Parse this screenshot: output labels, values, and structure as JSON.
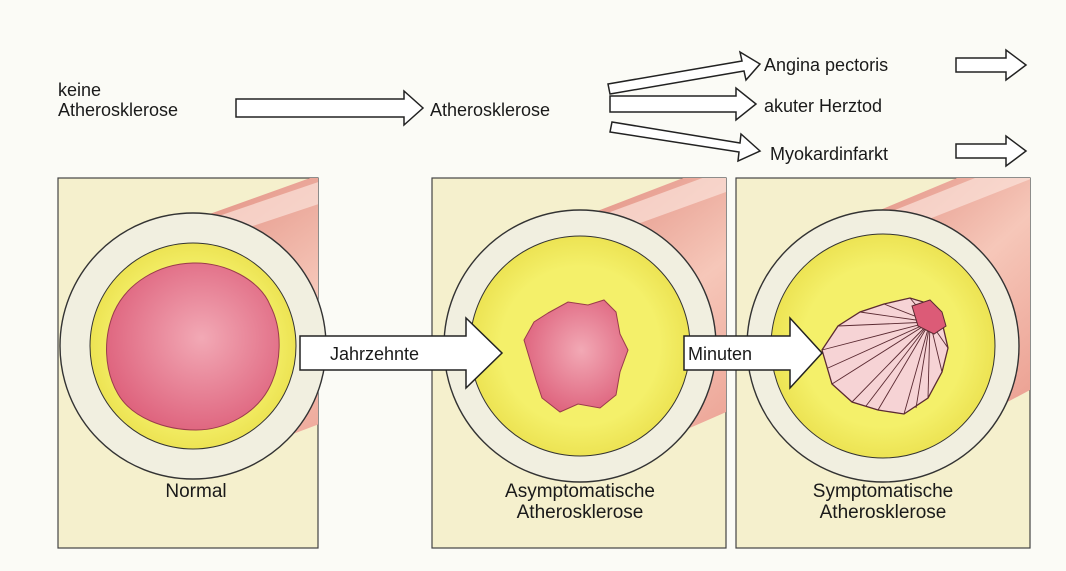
{
  "flow": {
    "start_line1": "keine",
    "start_line2": "Atherosklerose",
    "middle": "Atherosklerose",
    "outcomes": [
      "Angina pectoris",
      "akuter Herztod",
      "Myokardinfarkt"
    ]
  },
  "panels": [
    {
      "caption_line1": "Normal",
      "caption_line2": ""
    },
    {
      "caption_line1": "Asymptomatische",
      "caption_line2": "Atherosklerose"
    },
    {
      "caption_line1": "Symptomatische",
      "caption_line2": "Atherosklerose"
    }
  ],
  "transitions": {
    "first": "Jahrzehnte",
    "second": "Minuten"
  },
  "colors": {
    "panel_bg": "#f5f0cd",
    "vessel_wall": "#e88a7c",
    "lumen": "#e06a82",
    "intima": "#f2ee63",
    "adventitia": "#f1efe0"
  }
}
